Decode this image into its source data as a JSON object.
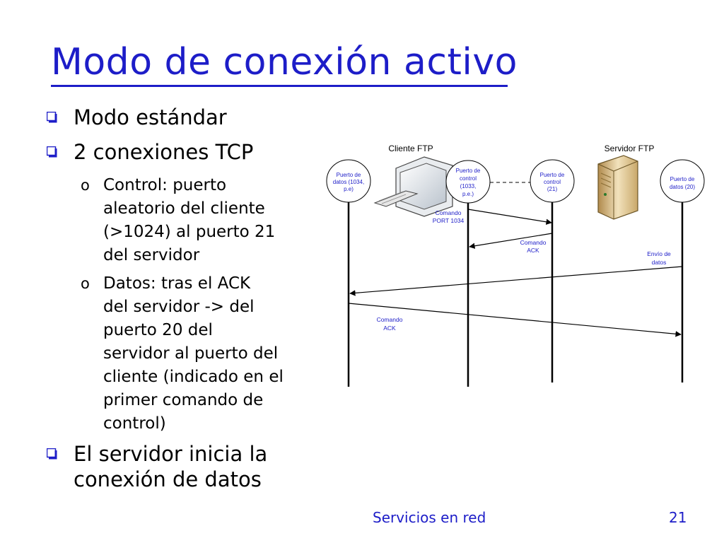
{
  "slide": {
    "title": "Modo de conexión activo",
    "footer": {
      "left": "Servicios en red",
      "page": "21"
    }
  },
  "bullets": [
    {
      "text": "Modo estándar"
    },
    {
      "text": "2 conexiones TCP",
      "sub": [
        {
          "lines": [
            "Control: puerto",
            "aleatorio del cliente",
            "(>1024) al puerto 21",
            "del servidor"
          ]
        },
        {
          "lines": [
            "Datos: tras el ACK",
            "del servidor -> del",
            "puerto 20 del",
            "servidor al puerto del",
            "cliente (indicado en el",
            "primer comando de",
            "control)"
          ]
        }
      ]
    },
    {
      "lines": [
        "El servidor inicia la",
        "conexión de datos"
      ]
    }
  ],
  "diagram": {
    "client_label": "Cliente FTP",
    "server_label": "Servidor FTP",
    "ports": {
      "client_data": [
        "Puerto de",
        "datos (1034,",
        "p.e)"
      ],
      "client_control": [
        "Puerto de",
        "control",
        "(1033,",
        "p.e.)"
      ],
      "server_control": [
        "Puerto de",
        "control",
        "(21)"
      ],
      "server_data": [
        "Puerto de",
        "datos (20)"
      ]
    },
    "messages": {
      "port_command": [
        "Comando",
        "PORT 1034"
      ],
      "ack_command": [
        "Comando",
        "ACK"
      ],
      "data_send": [
        "Envío de",
        "datos"
      ],
      "ack_command_2": [
        "Comando",
        "ACK"
      ]
    }
  }
}
